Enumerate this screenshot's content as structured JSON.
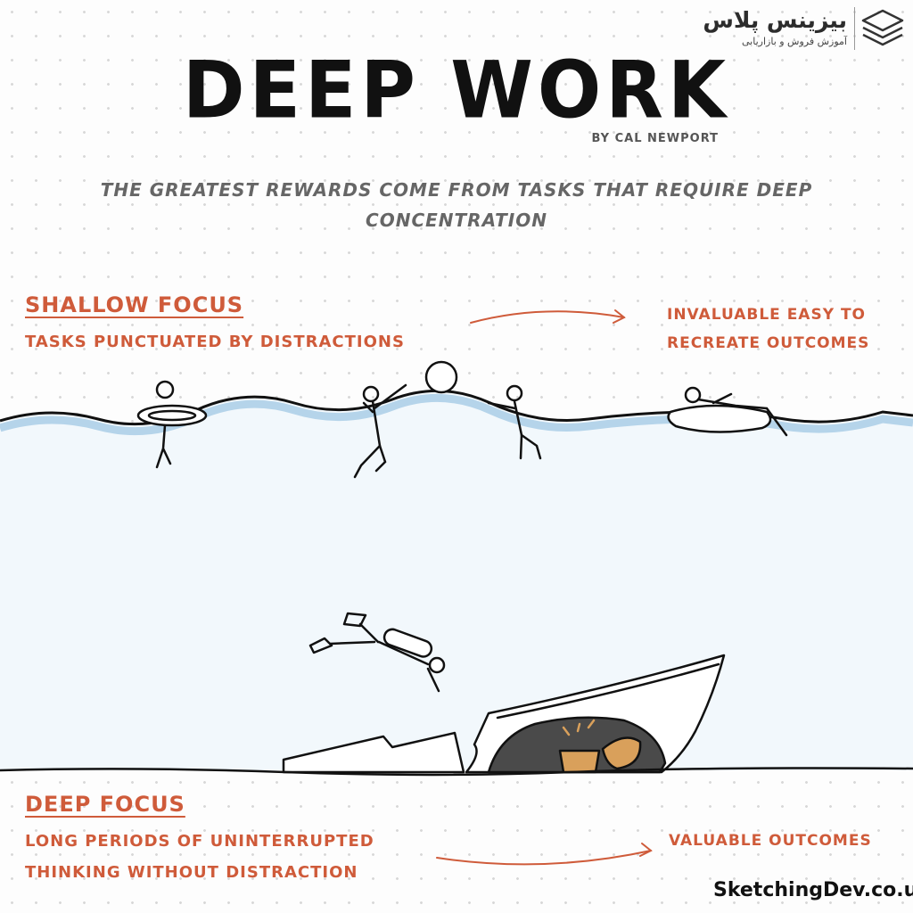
{
  "brand": {
    "name": "بیزینس پلاس",
    "tagline": "آموزش فروش و بازاریابی"
  },
  "header": {
    "title": "DEEP WORK",
    "byline": "BY CAL NEWPORT",
    "subtitle": "THE GREATEST REWARDS COME FROM TASKS THAT REQUIRE DEEP CONCENTRATION"
  },
  "shallow": {
    "heading": "SHALLOW FOCUS",
    "description": "TASKS PUNCTUATED BY DISTRACTIONS",
    "outcome": "INVALUABLE EASY TO RECREATE OUTCOMES"
  },
  "deep": {
    "heading": "DEEP FOCUS",
    "description": "LONG PERIODS OF UNINTERRUPTED THINKING WITHOUT DISTRACTION",
    "outcome": "VALUABLE OUTCOMES"
  },
  "footer": {
    "credit": "SketchingDev.co.uk"
  },
  "colors": {
    "accent": "#cf5b3a",
    "water": "#f2f8fc",
    "wave": "#b5d4ea",
    "ink": "#111111",
    "treasure": "#d9a05b"
  },
  "icons": [
    "stacked-layers-icon",
    "arrow-right-icon"
  ]
}
